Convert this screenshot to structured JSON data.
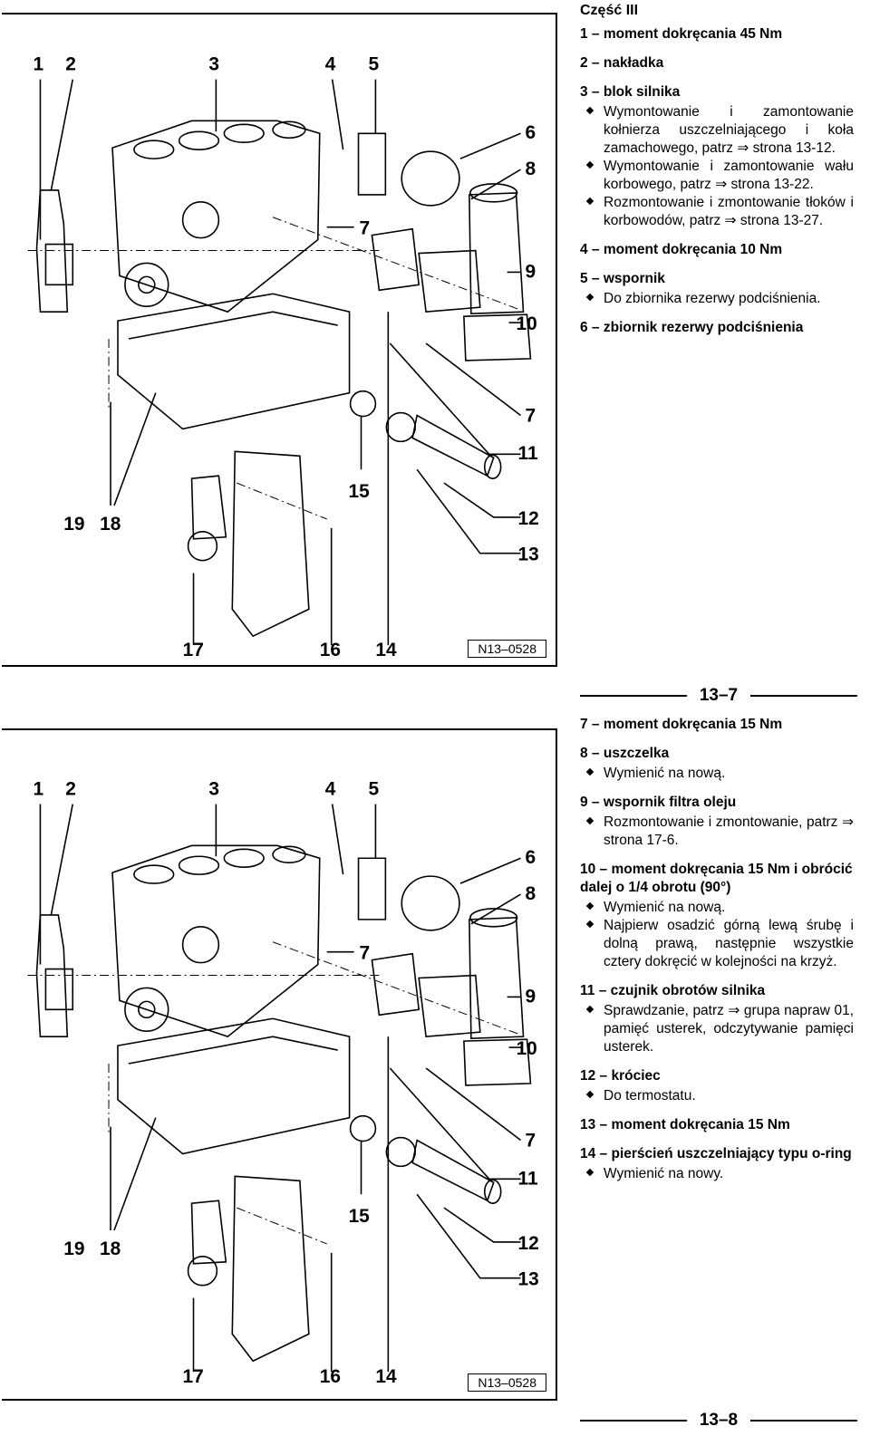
{
  "top_page": {
    "part_title": "Część III",
    "figure_code": "N13–0528",
    "items": [
      {
        "head": "1 – moment dokręcania 45 Nm",
        "bullets": []
      },
      {
        "head": "2 – nakładka",
        "bullets": []
      },
      {
        "head": "3 – blok silnika",
        "bullets": [
          "Wymontowanie i zamontowanie kołnierza uszczelniającego i koła zamachowego, patrz ⇒ strona 13-12.",
          "Wymontowanie i zamontowanie wału korbowego, patrz ⇒ strona 13-22.",
          "Rozmontowanie i zmontowanie tłoków i korbowodów, patrz ⇒ strona 13-27."
        ]
      },
      {
        "head": "4 – moment dokręcania 10 Nm",
        "bullets": []
      },
      {
        "head": "5 – wspornik",
        "bullets": [
          "Do zbiornika rezerwy podciśnienia."
        ]
      },
      {
        "head": "6 – zbiornik rezerwy podciśnienia",
        "bullets": []
      }
    ]
  },
  "bottom_page": {
    "page_number_top": "13–7",
    "page_number_bottom": "13–8",
    "figure_code": "N13–0528",
    "items": [
      {
        "head": "7 – moment dokręcania 15 Nm",
        "bullets": []
      },
      {
        "head": "8 – uszczelka",
        "bullets": [
          "Wymienić na nową."
        ]
      },
      {
        "head": "9 – wspornik filtra oleju",
        "bullets": [
          "Rozmontowanie i zmontowanie, patrz ⇒ strona 17-6."
        ]
      },
      {
        "head": "10 – moment dokręcania 15 Nm i obrócić dalej o 1/4 obrotu (90°)",
        "bullets": [
          "Wymienić na nową.",
          "Najpierw osadzić górną lewą śrubę i dolną prawą, następnie wszystkie cztery dokręcić w kolejności na krzyż."
        ]
      },
      {
        "head": "11 – czujnik obrotów silnika",
        "bullets": [
          "Sprawdzanie, patrz ⇒ grupa napraw 01, pamięć usterek, odczytywanie pamięci usterek."
        ]
      },
      {
        "head": "12 – króciec",
        "bullets": [
          "Do termostatu."
        ]
      },
      {
        "head": "13 – moment dokręcania 15 Nm",
        "bullets": []
      },
      {
        "head": "14 – pierścień uszczelniający typu o-ring",
        "bullets": [
          "Wymienić na nowy."
        ]
      }
    ]
  },
  "figure_labels": {
    "top_row": [
      "1",
      "2",
      "3",
      "4",
      "5"
    ],
    "right_col": [
      "6",
      "8",
      "7",
      "9",
      "10",
      "7",
      "11",
      "12",
      "13"
    ],
    "left_bottom": [
      "19",
      "18"
    ],
    "mid": [
      "15"
    ],
    "bottom_row": [
      "17",
      "16",
      "14"
    ]
  }
}
